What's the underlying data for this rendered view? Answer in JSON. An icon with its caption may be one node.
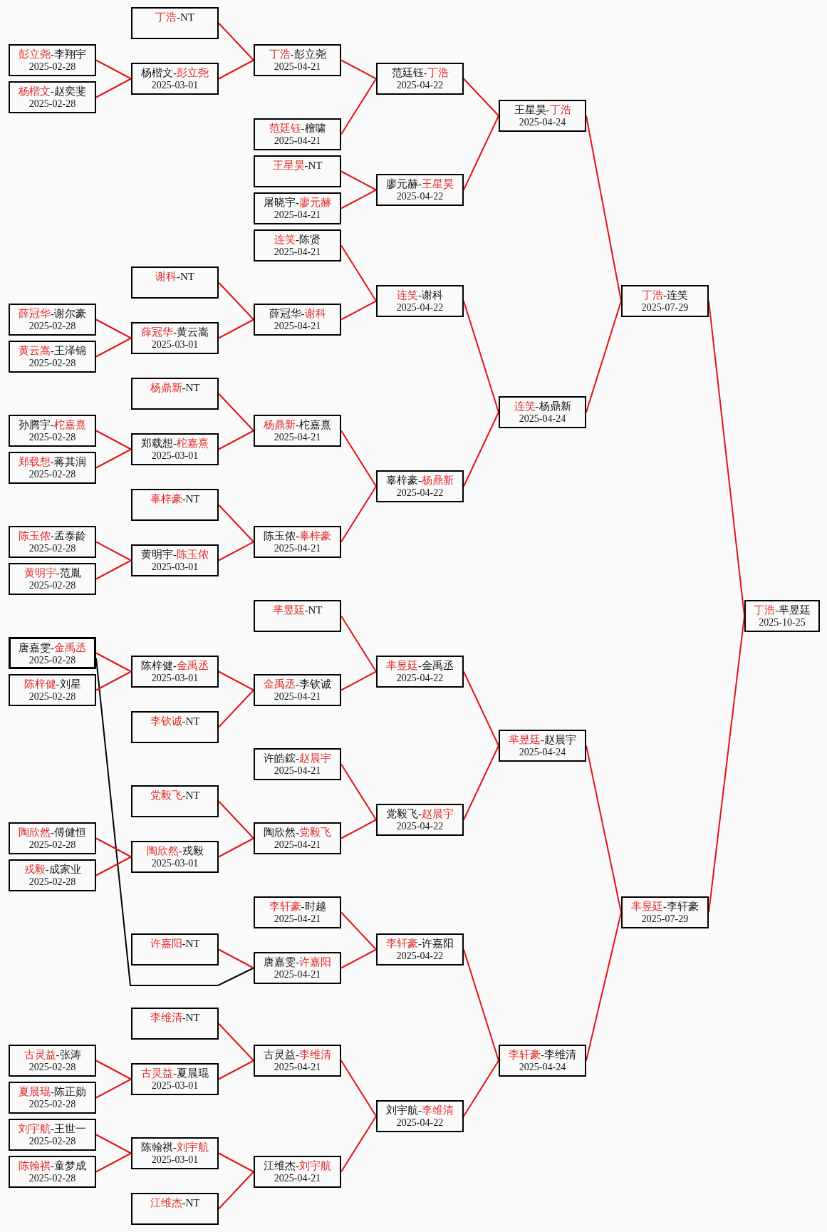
{
  "diagram": {
    "nodes": [
      {
        "text": [
          "彭立尧-李翔宇",
          "2025-02-28"
        ]
      },
      {
        "text": [
          "杨楷文-赵奕斐",
          "2025-02-28"
        ]
      },
      {
        "text": [
          "薛冠华-谢尔豪",
          "2025-02-28"
        ]
      },
      {
        "text": [
          "黄云嵩-王泽锦",
          "2025-02-28"
        ]
      },
      {
        "text": [
          "孙腾宇-柁嘉熹",
          "2025-02-28"
        ]
      },
      {
        "text": [
          "郑载想-蒋其润",
          "2025-02-28"
        ]
      },
      {
        "text": [
          "陈玉侬-孟泰龄",
          "2025-02-28"
        ]
      },
      {
        "text": [
          "黄明宇-范胤",
          "2025-02-28"
        ]
      },
      {
        "text": [
          "唐嘉雯-金禹丞",
          "2025-02-28"
        ]
      },
      {
        "text": [
          "陈梓健-刘星",
          "2025-02-28"
        ]
      },
      {
        "text": [
          "陶欣然-傅健恒",
          "2025-02-28"
        ]
      },
      {
        "text": [
          "戎毅-成家业",
          "2025-02-28"
        ]
      },
      {
        "text": [
          "古灵益-张涛",
          "2025-02-28"
        ]
      },
      {
        "text": [
          "夏晨琨-陈正勋",
          "2025-02-28"
        ]
      },
      {
        "text": [
          "刘宇航-王世一",
          "2025-02-28"
        ]
      },
      {
        "text": [
          "陈翰祺-童梦成",
          "2025-02-28"
        ]
      },
      {
        "text": [
          "丁浩-NT"
        ]
      },
      {
        "text": [
          "杨楷文-彭立尧",
          "2025-03-01"
        ]
      },
      {
        "text": [
          "谢科-NT"
        ]
      },
      {
        "text": [
          "薛冠华-黄云嵩",
          "2025-03-01"
        ]
      },
      {
        "text": [
          "杨鼎新-NT"
        ]
      },
      {
        "text": [
          "郑载想-柁嘉熹",
          "2025-03-01"
        ]
      },
      {
        "text": [
          "辜梓豪-NT"
        ]
      },
      {
        "text": [
          "黄明宇-陈玉侬",
          "2025-03-01"
        ]
      },
      {
        "text": [
          "陈梓健-金禹丞",
          "2025-03-01"
        ]
      },
      {
        "text": [
          "李钦诚-NT"
        ]
      },
      {
        "text": [
          "党毅飞-NT"
        ]
      },
      {
        "text": [
          "陶欣然-戎毅",
          "2025-03-01"
        ]
      },
      {
        "text": [
          "许嘉阳-NT"
        ]
      },
      {
        "text": [
          "李维清-NT"
        ]
      },
      {
        "text": [
          "古灵益-夏晨琨",
          "2025-03-01"
        ]
      },
      {
        "text": [
          "陈翰祺-刘宇航",
          "2025-03-01"
        ]
      },
      {
        "text": [
          "江维杰-NT"
        ]
      },
      {
        "text": [
          "丁浩-彭立尧",
          "2025-04-21"
        ]
      },
      {
        "text": [
          "范廷钰-檀啸",
          "2025-04-21"
        ]
      },
      {
        "text": [
          "王星昊-NT"
        ]
      },
      {
        "text": [
          "屠晓宇-廖元赫",
          "2025-04-21"
        ]
      },
      {
        "text": [
          "连笑-陈贤",
          "2025-04-21"
        ]
      },
      {
        "text": [
          "薛冠华-谢科",
          "2025-04-21"
        ]
      },
      {
        "text": [
          "杨鼎新-柁嘉熹",
          "2025-04-21"
        ]
      },
      {
        "text": [
          "陈玉侬-辜梓豪",
          "2025-04-21"
        ]
      },
      {
        "text": [
          "芈昱廷-NT"
        ]
      },
      {
        "text": [
          "金禹丞-李钦诚",
          "2025-04-21"
        ]
      },
      {
        "text": [
          "许皓鋐-赵晨宇",
          "2025-04-21"
        ]
      },
      {
        "text": [
          "陶欣然-党毅飞",
          "2025-04-21"
        ]
      },
      {
        "text": [
          "李轩豪-时越",
          "2025-04-21"
        ]
      },
      {
        "text": [
          "唐嘉雯-许嘉阳",
          "2025-04-21"
        ]
      },
      {
        "text": [
          "古灵益-李维清",
          "2025-04-21"
        ]
      },
      {
        "text": [
          "江维杰-刘宇航",
          "2025-04-21"
        ]
      },
      {
        "text": [
          "范廷钰-丁浩",
          "2025-04-22"
        ]
      },
      {
        "text": [
          "廖元赫-王星昊",
          "2025-04-22"
        ]
      },
      {
        "text": [
          "连笑-谢科",
          "2025-04-22"
        ]
      },
      {
        "text": [
          "辜梓豪-杨鼎新",
          "2025-04-22"
        ]
      },
      {
        "text": [
          "芈昱廷-金禹丞",
          "2025-04-22"
        ]
      },
      {
        "text": [
          "党毅飞-赵晨宇",
          "2025-04-22"
        ]
      },
      {
        "text": [
          "李轩豪-许嘉阳",
          "2025-04-22"
        ]
      },
      {
        "text": [
          "刘宇航-李维清",
          "2025-04-22"
        ]
      },
      {
        "text": [
          "王星昊-丁浩",
          "2025-04-24"
        ]
      },
      {
        "text": [
          "连笑-杨鼎新",
          "2025-04-24"
        ]
      },
      {
        "text": [
          "芈昱廷-赵晨宇",
          "2025-04-24"
        ]
      },
      {
        "text": [
          "李轩豪-李维清",
          "2025-04-24"
        ]
      },
      {
        "text": [
          "丁浩-连笑",
          "2025-07-29"
        ]
      },
      {
        "text": [
          "芈昱廷-李轩豪",
          "2025-07-29"
        ]
      },
      {
        "text": [
          "丁浩-芈昱廷",
          "2025-10-25"
        ]
      }
    ],
    "edges": [
      {
        "from": 0,
        "to": 17,
        "arrow": "none"
      },
      {
        "from": 1,
        "to": 17,
        "arrow": "none"
      },
      {
        "from": 2,
        "to": 19,
        "arrow": "none"
      },
      {
        "from": 3,
        "to": 19,
        "arrow": "none"
      },
      {
        "from": 4,
        "to": 21,
        "arrow": "none"
      },
      {
        "from": 5,
        "to": 21,
        "arrow": "none"
      },
      {
        "from": 6,
        "to": 23,
        "arrow": "none"
      },
      {
        "from": 7,
        "to": 23,
        "arrow": "none"
      },
      {
        "from": 8,
        "to": 24,
        "arrow": "none"
      },
      {
        "from": 8,
        "to": 46,
        "arrow": "none",
        "color": "#000000"
      },
      {
        "from": 9,
        "to": 24,
        "arrow": "none"
      },
      {
        "from": 10,
        "to": 27,
        "arrow": "none"
      },
      {
        "from": 11,
        "to": 27,
        "arrow": "none"
      },
      {
        "from": 12,
        "to": 30,
        "arrow": "none"
      },
      {
        "from": 13,
        "to": 30,
        "arrow": "none"
      },
      {
        "from": 14,
        "to": 31,
        "arrow": "none"
      },
      {
        "from": 15,
        "to": 31,
        "arrow": "none"
      },
      {
        "from": 16,
        "to": 33,
        "arrow": "none"
      },
      {
        "from": 17,
        "to": 33,
        "arrow": "none"
      },
      {
        "from": 18,
        "to": 38,
        "arrow": "none"
      },
      {
        "from": 19,
        "to": 38,
        "arrow": "none"
      },
      {
        "from": 20,
        "to": 39,
        "arrow": "none"
      },
      {
        "from": 21,
        "to": 39,
        "arrow": "none"
      },
      {
        "from": 22,
        "to": 40,
        "arrow": "none"
      },
      {
        "from": 23,
        "to": 40,
        "arrow": "none"
      },
      {
        "from": 24,
        "to": 42,
        "arrow": "none"
      },
      {
        "from": 25,
        "to": 42,
        "arrow": "none"
      },
      {
        "from": 26,
        "to": 44,
        "arrow": "none"
      },
      {
        "from": 27,
        "to": 44,
        "arrow": "none"
      },
      {
        "from": 28,
        "to": 46,
        "arrow": "none"
      },
      {
        "from": 29,
        "to": 47,
        "arrow": "none"
      },
      {
        "from": 30,
        "to": 47,
        "arrow": "none"
      },
      {
        "from": 31,
        "to": 48,
        "arrow": "none"
      },
      {
        "from": 32,
        "to": 48,
        "arrow": "none"
      },
      {
        "from": 33,
        "to": 49,
        "arrow": "none"
      },
      {
        "from": 34,
        "to": 49,
        "arrow": "none"
      },
      {
        "from": 35,
        "to": 50,
        "arrow": "none"
      },
      {
        "from": 36,
        "to": 50,
        "arrow": "none"
      },
      {
        "from": 37,
        "to": 51,
        "arrow": "none"
      },
      {
        "from": 38,
        "to": 51,
        "arrow": "none"
      },
      {
        "from": 39,
        "to": 52,
        "arrow": "none"
      },
      {
        "from": 40,
        "to": 52,
        "arrow": "none"
      },
      {
        "from": 41,
        "to": 53,
        "arrow": "none"
      },
      {
        "from": 42,
        "to": 53,
        "arrow": "none"
      },
      {
        "from": 43,
        "to": 54,
        "arrow": "none"
      },
      {
        "from": 44,
        "to": 54,
        "arrow": "none"
      },
      {
        "from": 45,
        "to": 55,
        "arrow": "none"
      },
      {
        "from": 46,
        "to": 55,
        "arrow": "none"
      },
      {
        "from": 47,
        "to": 56,
        "arrow": "none"
      },
      {
        "from": 48,
        "to": 56,
        "arrow": "none"
      },
      {
        "from": 49,
        "to": 57,
        "arrow": "none"
      },
      {
        "from": 50,
        "to": 57,
        "arrow": "none"
      },
      {
        "from": 51,
        "to": 58,
        "arrow": "none"
      },
      {
        "from": 52,
        "to": 58,
        "arrow": "none"
      },
      {
        "from": 53,
        "to": 59,
        "arrow": "none"
      },
      {
        "from": 54,
        "to": 59,
        "arrow": "none"
      },
      {
        "from": 55,
        "to": 60,
        "arrow": "none"
      },
      {
        "from": 56,
        "to": 60,
        "arrow": "none"
      },
      {
        "from": 57,
        "to": 61,
        "arrow": "none"
      },
      {
        "from": 58,
        "to": 61,
        "arrow": "none"
      },
      {
        "from": 59,
        "to": 62,
        "arrow": "none"
      },
      {
        "from": 60,
        "to": 62,
        "arrow": "none"
      },
      {
        "from": 61,
        "to": 63,
        "arrow": "none"
      },
      {
        "from": 62,
        "to": 63,
        "arrow": "none"
      }
    ]
  }
}
